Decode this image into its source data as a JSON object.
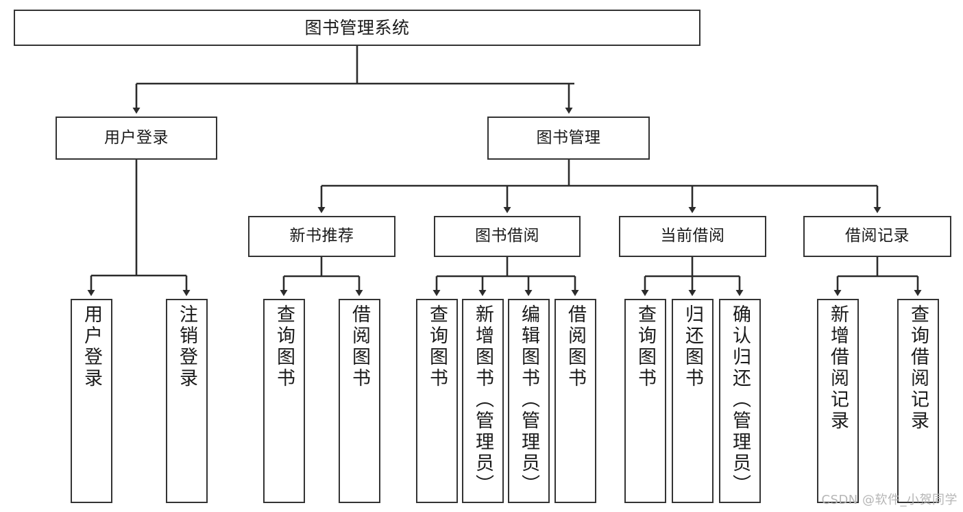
{
  "diagram": {
    "title": "图书管理系统",
    "type": "tree-hierarchy-chart",
    "root": {
      "label": "图书管理系统"
    },
    "level2": [
      {
        "label": "用户登录"
      },
      {
        "label": "图书管理"
      }
    ],
    "level3": [
      {
        "label": "新书推荐"
      },
      {
        "label": "图书借阅"
      },
      {
        "label": "当前借阅"
      },
      {
        "label": "借阅记录"
      }
    ],
    "leaves": {
      "user_login": [
        {
          "label": "用户登录"
        },
        {
          "label": "注销登录"
        }
      ],
      "new_book_recommend": [
        {
          "label": "查询图书"
        },
        {
          "label": "借阅图书"
        }
      ],
      "book_borrow": [
        {
          "label": "查询图书"
        },
        {
          "label": "新增图书（管理员）"
        },
        {
          "label": "编辑图书（管理员）"
        },
        {
          "label": "借阅图书"
        }
      ],
      "current_borrow": [
        {
          "label": "查询图书"
        },
        {
          "label": "归还图书"
        },
        {
          "label": "确认归还（管理员）"
        }
      ],
      "borrow_record": [
        {
          "label": "新增借阅记录"
        },
        {
          "label": "查询借阅记录"
        }
      ]
    }
  },
  "watermark": {
    "text": "CSDN @软件_小贺同学"
  },
  "colors": {
    "box_border": "#333333",
    "box_fill": "#ffffff",
    "edge": "#2b2b2b",
    "text": "#1a1a1a",
    "watermark": "#b6b6b6"
  }
}
